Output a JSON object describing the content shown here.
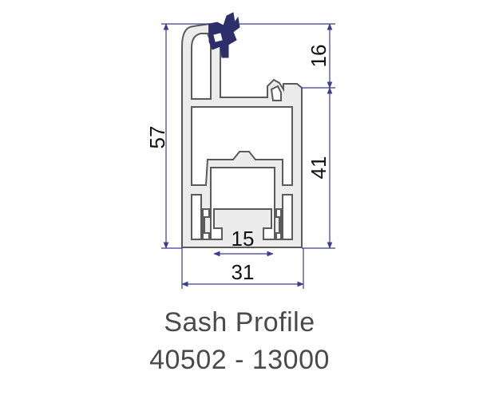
{
  "dimensions": {
    "height_total": "57",
    "height_upper": "16",
    "height_lower": "41",
    "width_total": "31",
    "width_opening": "15"
  },
  "caption": {
    "title": "Sash Profile",
    "code": "40502 - 13000"
  },
  "colors": {
    "profile_stroke": "#5a5a5a",
    "profile_fill": "#ececec",
    "gasket": "#2c2f6a",
    "dimension_line": "#3b3d8e"
  }
}
